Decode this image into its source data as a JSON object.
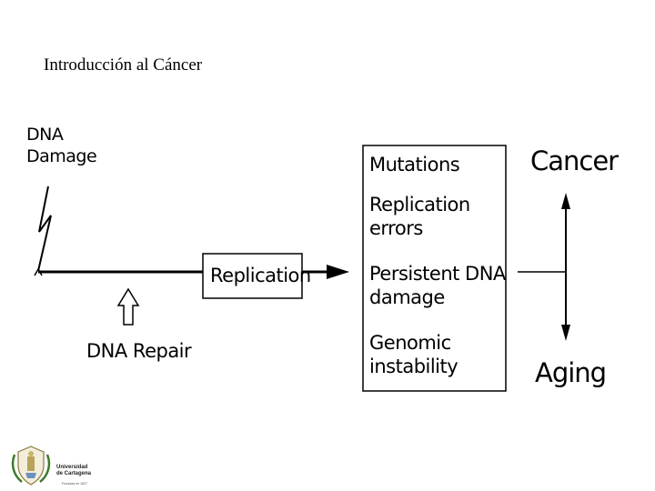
{
  "slide": {
    "title": "Introducción al Cáncer"
  },
  "diagram": {
    "damage_label_1": "DNA",
    "damage_label_2": "Damage",
    "repair_label": "DNA Repair",
    "replication_label": "Replication",
    "outcomes": {
      "item1": "Mutations",
      "item2_line1": "Replication",
      "item2_line2": "errors",
      "item3_line1": "Persistent DNA",
      "item3_line2": "damage",
      "item4_line1": "Genomic",
      "item4_line2": "instability"
    },
    "cancer_label": "Cancer",
    "aging_label": "Aging"
  },
  "logo": {
    "line1": "Universidad",
    "line2": "de Cartagena",
    "tagline": "Fundada en 1827"
  }
}
